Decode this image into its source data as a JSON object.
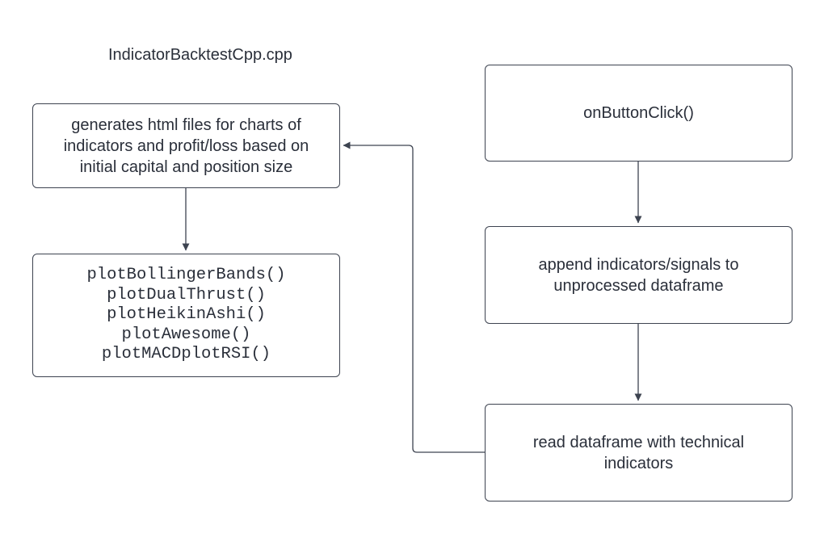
{
  "diagram": {
    "file_title": "IndicatorBacktestCpp.cpp",
    "nodes": {
      "generates_html": "generates html files for charts of\nindicators and profit/loss based on\ninitial capital and position size",
      "plot_functions": "plotBollingerBands()\nplotDualThrust()\nplotHeikinAshi()\nplotAwesome()\nplotMACDplotRSI()",
      "on_button_click": "onButtonClick()",
      "append_indicators": "append indicators/signals to\nunprocessed dataframe",
      "read_dataframe": "read dataframe with technical\nindicators"
    },
    "edges": [
      {
        "from": "on_button_click",
        "to": "append_indicators"
      },
      {
        "from": "append_indicators",
        "to": "read_dataframe"
      },
      {
        "from": "read_dataframe",
        "to": "generates_html"
      },
      {
        "from": "generates_html",
        "to": "plot_functions"
      }
    ],
    "colors": {
      "line": "#3d4350",
      "text": "#2a2f3a",
      "background": "#ffffff"
    }
  }
}
